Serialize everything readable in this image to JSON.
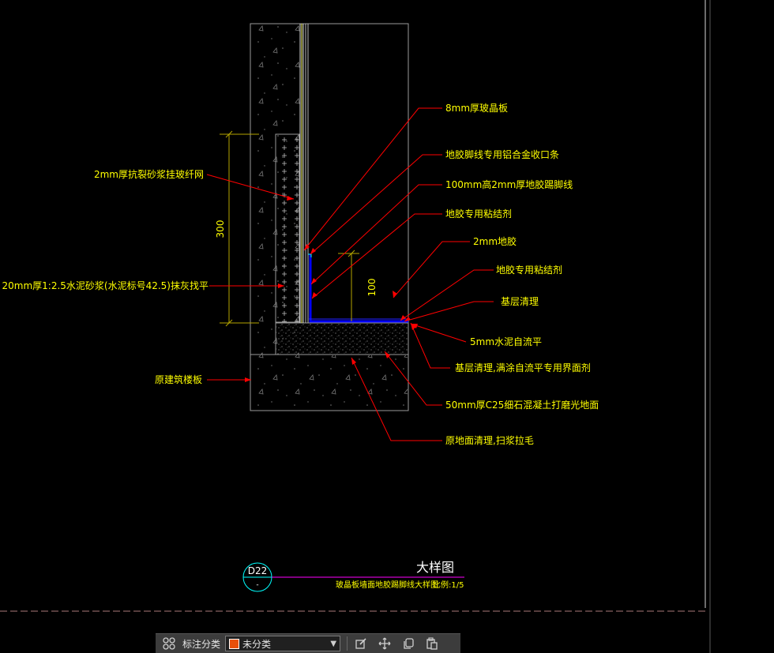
{
  "drawing": {
    "callouts_right": [
      "8mm厚玻晶板",
      "地胶脚线专用铝合金收口条",
      "100mm高2mm厚地胶踢脚线",
      "地胶专用粘结剂",
      "2mm地胶",
      "地胶专用粘结剂",
      "基层清理",
      "5mm水泥自流平",
      "基层清理,满涂自流平专用界面剂",
      "50mm厚C25细石混凝土打磨光地面",
      "原地面清理,扫浆拉毛"
    ],
    "callouts_left": [
      "2mm厚抗裂砂浆挂玻纤网",
      "20mm厚1:2.5水泥砂浆(水泥标号42.5)抹灰找平",
      "原建筑楼板"
    ],
    "dimension_height": "300",
    "dimension_skirting": "100",
    "title_block": {
      "sheet_number": "D22",
      "sheet_sub": "-",
      "title": "大样图",
      "subtitle": "玻晶板墙面地胶踢脚线大样图",
      "scale": "比例:1/5"
    }
  },
  "toolbar": {
    "label": "标注分类",
    "category_value": "未分类"
  },
  "colors": {
    "annotation_text": "#ffff00",
    "leader": "#ff0000",
    "skirting": "#0000ff",
    "outline": "#9a9a9a",
    "title_line": "#ff00ff",
    "category_swatch": "#e8500b"
  }
}
